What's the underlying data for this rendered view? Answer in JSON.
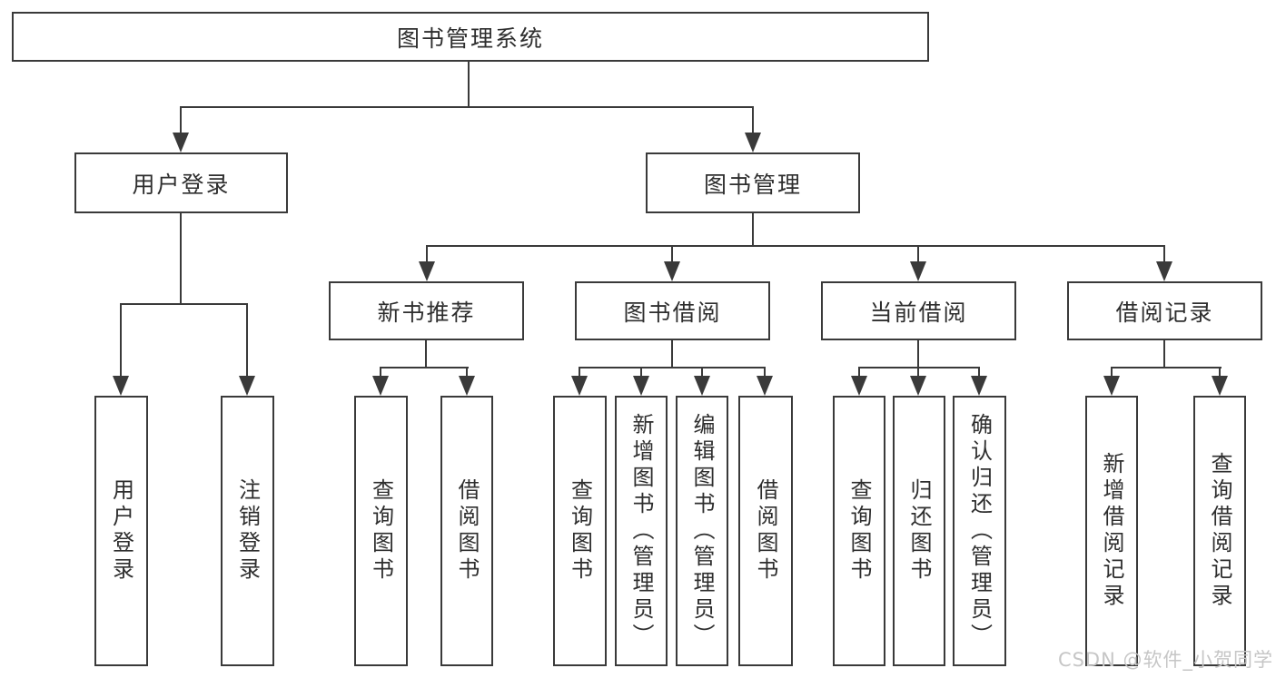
{
  "diagram": {
    "root": "图书管理系统",
    "level2": [
      "用户登录",
      "图书管理"
    ],
    "level3": [
      "新书推荐",
      "图书借阅",
      "当前借阅",
      "借阅记录"
    ],
    "leaves": {
      "login": [
        "用户登录",
        "注销登录"
      ],
      "recommend": [
        "查询图书",
        "借阅图书"
      ],
      "borrow": [
        "查询图书",
        "新增图书（管理员）",
        "编辑图书（管理员）",
        "借阅图书"
      ],
      "current": [
        "查询图书",
        "归还图书",
        "确认归还（管理员）"
      ],
      "records": [
        "新增借阅记录",
        "查询借阅记录"
      ]
    }
  },
  "watermark": {
    "text": "CSDN @软件_小贺同学",
    "color": "#c6c6c6"
  },
  "colors": {
    "line": "#3a3a3a",
    "border": "#3a3a3a",
    "text": "#2e2e2e",
    "background": "#ffffff"
  }
}
